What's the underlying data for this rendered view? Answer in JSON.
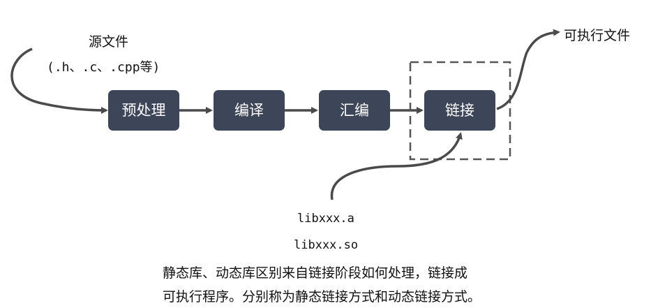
{
  "source": {
    "title": "源文件",
    "extensions": "(.h、.c、.cpp等)"
  },
  "steps": [
    "预处理",
    "编译",
    "汇编",
    "链接"
  ],
  "output": "可执行文件",
  "libs": [
    "libxxx.a",
    "libxxx.so"
  ],
  "caption": [
    "静态库、动态库区别来自链接阶段如何处理，链接成",
    "可执行程序。分别称为静态链接方式和动态链接方式。"
  ],
  "colors": {
    "box": "#3d4659",
    "arrow": "#4a4a4a",
    "dash": "#555555"
  }
}
